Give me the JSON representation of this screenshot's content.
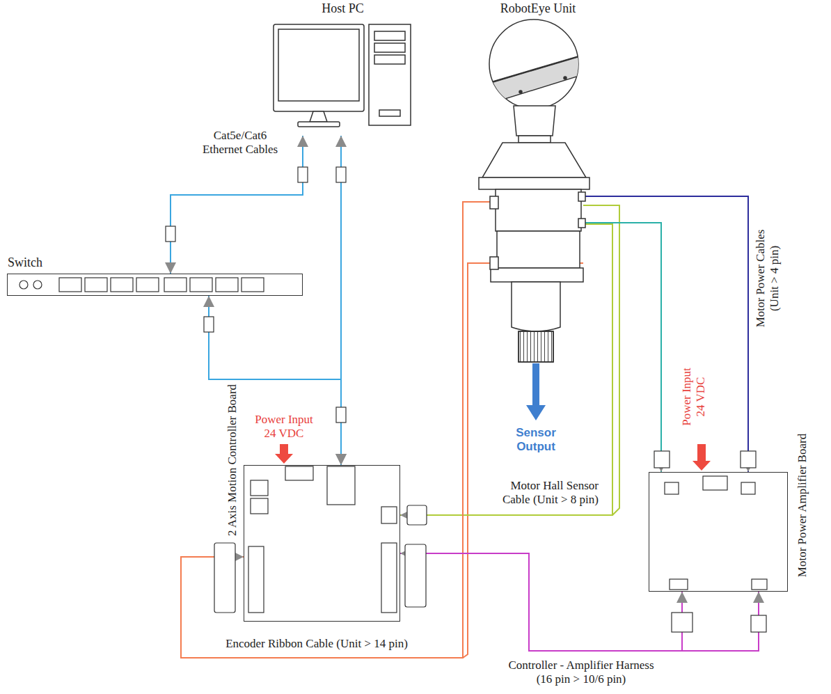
{
  "diagram": {
    "nodes": [
      {
        "text": [
          "Host PC"
        ]
      },
      {
        "text": [
          "RobotEye Unit"
        ]
      },
      {
        "text": [
          "Switch"
        ]
      },
      {
        "text": [
          "2 Axis Motion Controller Board"
        ]
      },
      {
        "text": [
          "Motor Power Amplifier Board"
        ]
      }
    ],
    "edges": [
      {
        "from": 0,
        "to": 2,
        "arrow": "both",
        "label": "Cat5e/Cat6 Ethernet Cables"
      },
      {
        "from": 2,
        "to": 3,
        "arrow": "both"
      },
      {
        "from": 0,
        "to": 3,
        "arrow": "both"
      },
      {
        "from": 1,
        "to": 3,
        "arrow": "to",
        "label": "Motor Hall Sensor Cable (Unit > 8 pin)"
      },
      {
        "from": 1,
        "to": 3,
        "arrow": "to",
        "label": "Encoder Ribbon Cable (Unit > 14 pin)"
      },
      {
        "from": 3,
        "to": 4,
        "arrow": "both",
        "label": "Controller - Amplifier Harness (16 pin > 10/6 pin)"
      },
      {
        "from": 1,
        "to": 4,
        "arrow": "to",
        "label": "Motor Power Cables (Unit > 4 pin)"
      }
    ],
    "labels": [
      "Power Input 24 VDC",
      "Power Input 24 VDC",
      "Sensor Output"
    ]
  }
}
